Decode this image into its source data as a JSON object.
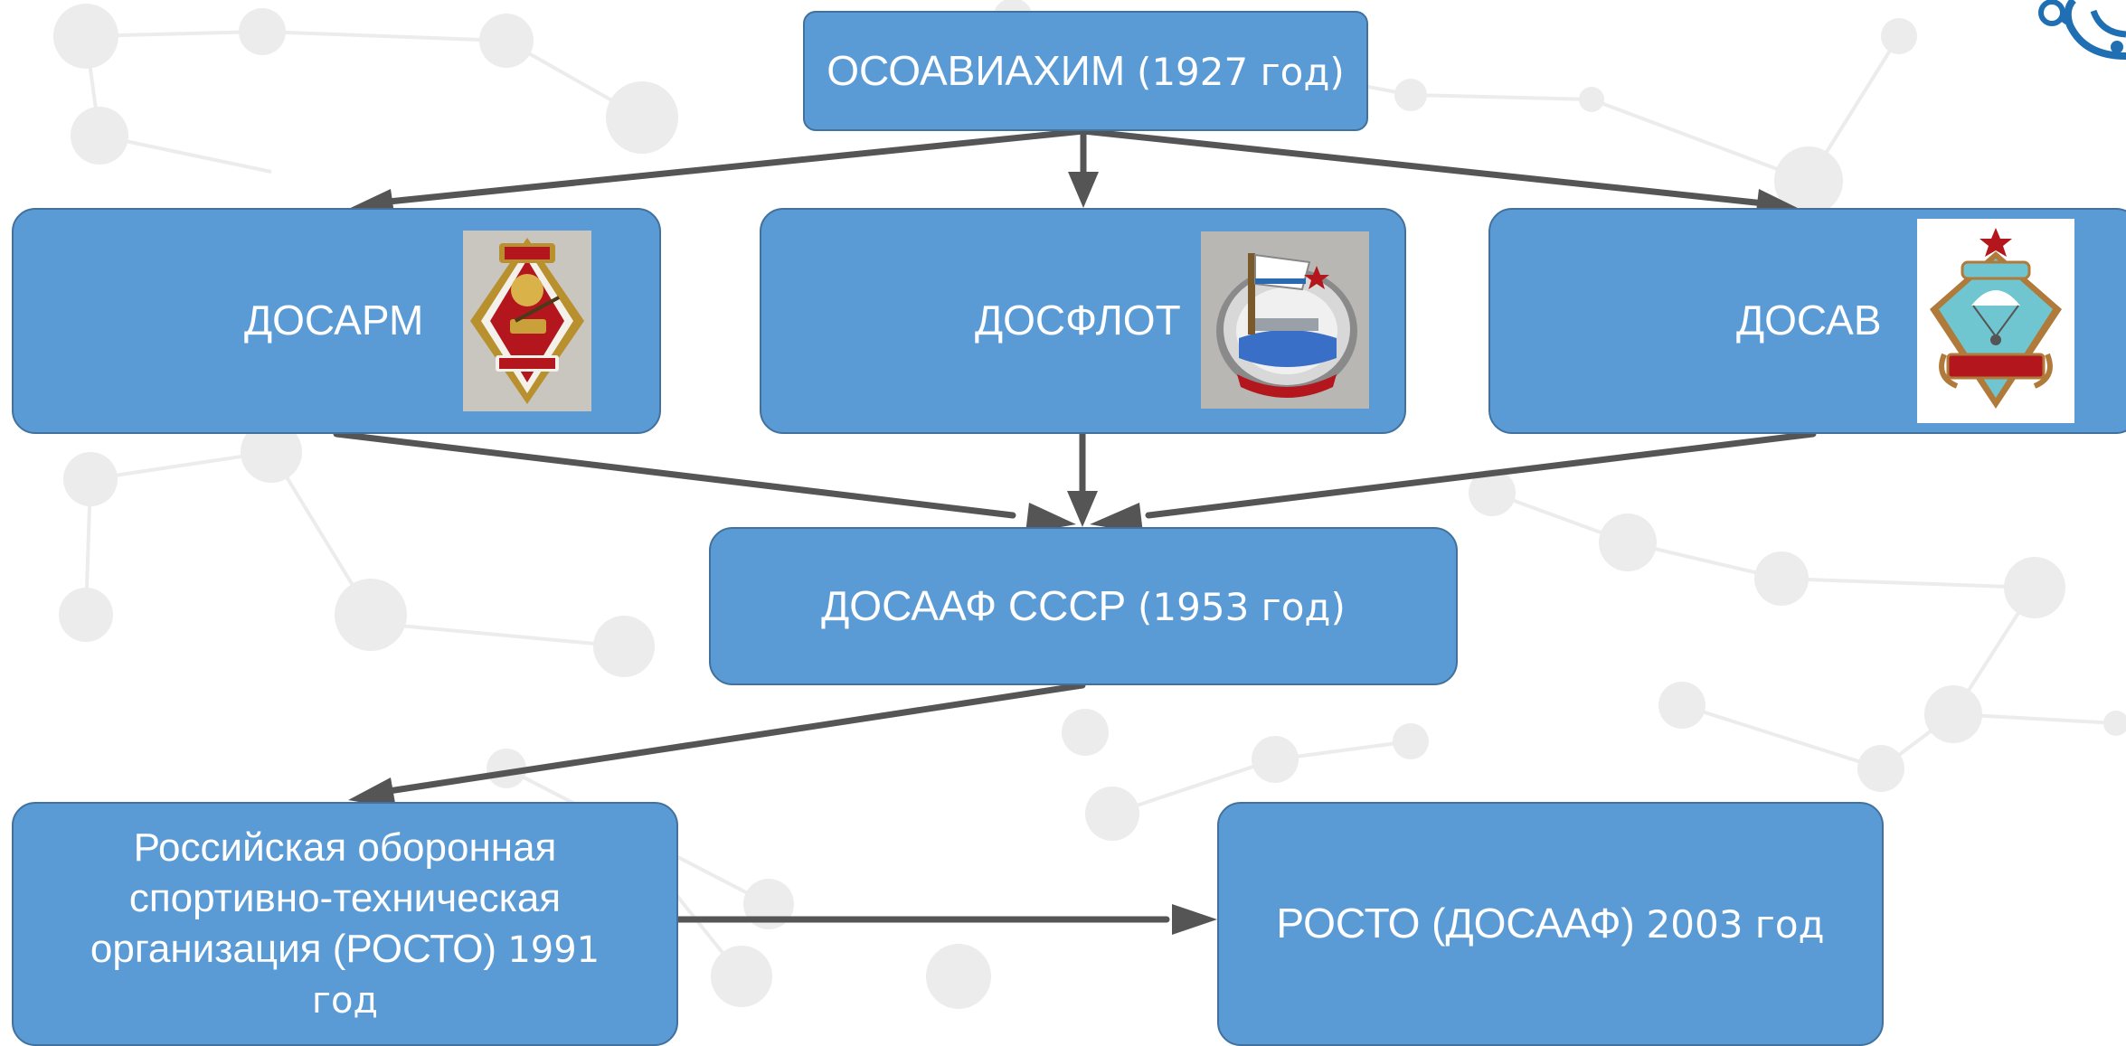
{
  "diagram": {
    "nodes": {
      "osoaviakhim": {
        "label": "ОСОАВИАХИМ",
        "year": "(1927 год)"
      },
      "dosarm": {
        "label": "ДОСАРМ",
        "badge_icon": "dosarm-badge-icon"
      },
      "dosflot": {
        "label": "ДОСФЛОТ",
        "badge_icon": "dosflot-badge-icon"
      },
      "dosav": {
        "label": "ДОСАВ",
        "badge_icon": "dosav-badge-icon"
      },
      "dosaaf": {
        "label": "ДОСААФ СССР",
        "year": "(1953 год)"
      },
      "rosto1991": {
        "label": "Российская оборонная спортивно-техническая организация (РОСТО)",
        "year": "1991 год"
      },
      "rosto2003": {
        "label": "РОСТО (ДОСААФ)",
        "year": "2003 год"
      }
    },
    "edges": [
      {
        "from": "osoaviakhim",
        "to": "dosarm"
      },
      {
        "from": "osoaviakhim",
        "to": "dosflot"
      },
      {
        "from": "osoaviakhim",
        "to": "dosav"
      },
      {
        "from": "dosarm",
        "to": "dosaaf"
      },
      {
        "from": "dosflot",
        "to": "dosaaf"
      },
      {
        "from": "dosav",
        "to": "dosaaf"
      },
      {
        "from": "dosaaf",
        "to": "rosto1991"
      },
      {
        "from": "rosto1991",
        "to": "rosto2003"
      }
    ],
    "colors": {
      "node_fill": "#5b9bd5",
      "node_border": "#41719c",
      "node_text": "#ffffff",
      "arrow": "#555555",
      "background_network": "#e9e9e9",
      "logo": "#1f6fb2"
    },
    "background_icon": "molecule-network-pattern",
    "corner_icon": "circuit-logo-icon"
  }
}
